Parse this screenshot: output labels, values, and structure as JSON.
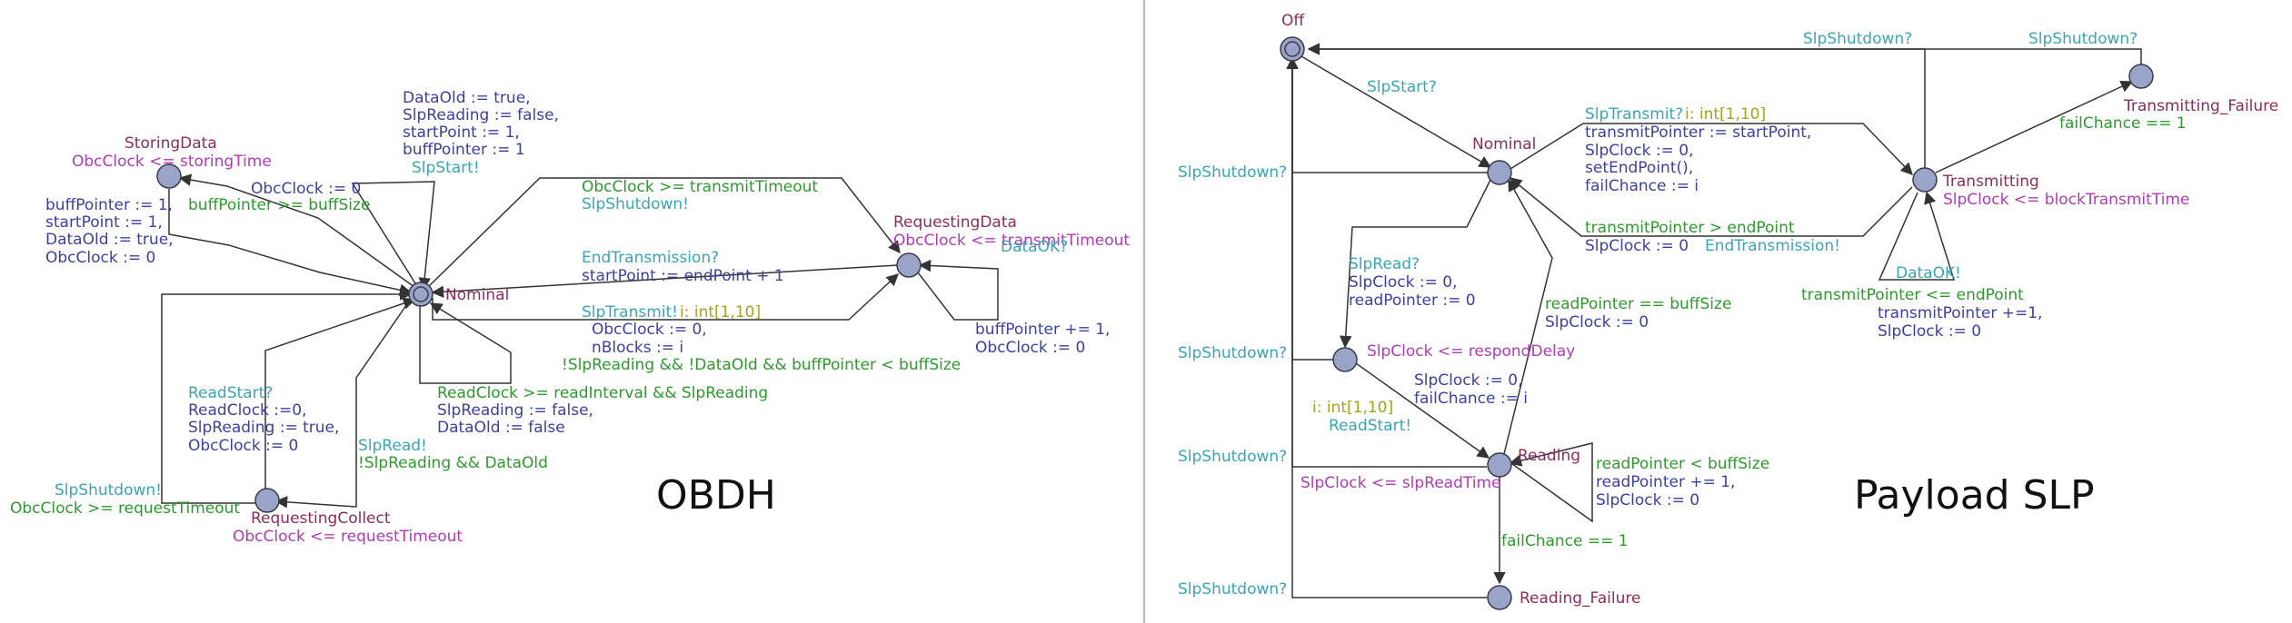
{
  "obdh": {
    "title": "OBDH",
    "locations": {
      "storing_data": {
        "name": "StoringData",
        "invariant": "ObcClock <= storingTime"
      },
      "nominal": {
        "name": "Nominal"
      },
      "requesting_data": {
        "name": "RequestingData",
        "invariant": "ObcClock <= transmitTimeout"
      },
      "requesting_collect": {
        "name": "RequestingCollect",
        "invariant": "ObcClock <= requestTimeout"
      }
    },
    "labels": {
      "start_assign_1": "DataOld := true,",
      "start_assign_2": "SlpReading := false,",
      "start_assign_3": "startPoint := 1,",
      "start_assign_4": "buffPointer := 1",
      "start_sync": "SlpStart!",
      "store_assign": "ObcClock := 0",
      "store_guard": "buffPointer >= buffSize",
      "stored_assign_1": "buffPointer := 1,",
      "stored_assign_2": "startPoint := 1,",
      "stored_assign_3": "DataOld := true,",
      "stored_assign_4": "ObcClock := 0",
      "tx_timeout_guard": "ObcClock >= transmitTimeout",
      "tx_timeout_sync": "SlpShutdown!",
      "end_tx_sync": "EndTransmission?",
      "end_tx_assign": "startPoint := endPoint + 1",
      "slp_transmit_sync": "SlpTransmit!",
      "slp_transmit_select": "i: int[1,10]",
      "slp_transmit_assign_1": "ObcClock := 0,",
      "slp_transmit_assign_2": "nBlocks := i",
      "slp_transmit_guard": "!SlpReading && !DataOld && buffPointer < buffSize",
      "data_ok_sync": "DataOK?",
      "data_ok_assign_1": "buffPointer += 1,",
      "data_ok_assign_2": "ObcClock := 0",
      "read_loop_guard": "ReadClock >= readInterval && SlpReading",
      "read_loop_assign_1": "SlpReading := false,",
      "read_loop_assign_2": "DataOld := false",
      "read_start_sync": "ReadStart?",
      "read_start_assign_1": "ReadClock :=0,",
      "read_start_assign_2": "SlpReading := true,",
      "read_start_assign_3": "ObcClock := 0",
      "slp_read_sync": "SlpRead!",
      "slp_read_guard": "!SlpReading && DataOld",
      "req_timeout_sync": "SlpShutdown!",
      "req_timeout_guard": "ObcClock >= requestTimeout"
    }
  },
  "slp": {
    "title": "Payload SLP",
    "locations": {
      "off": {
        "name": "Off"
      },
      "nominal": {
        "name": "Nominal"
      },
      "transmitting": {
        "name": "Transmitting",
        "invariant": "SlpClock <= blockTransmitTime"
      },
      "transmitting_failure": {
        "name": "Transmitting_Failure"
      },
      "wait_read": {
        "invariant": "SlpClock <= respondDelay"
      },
      "reading": {
        "name": "Reading",
        "invariant": "SlpClock <= slpReadTime"
      },
      "reading_failure": {
        "name": "Reading_Failure"
      }
    },
    "labels": {
      "start_sync": "SlpStart?",
      "shutdown_top_1": "SlpShutdown?",
      "shutdown_top_2": "SlpShutdown?",
      "shutdown_left_1": "SlpShutdown?",
      "shutdown_left_2": "SlpShutdown?",
      "shutdown_left_3": "SlpShutdown?",
      "shutdown_left_4": "SlpShutdown?",
      "tx_fail_guard": "failChance == 1",
      "transmit_sync": "SlpTransmit?",
      "transmit_select": "i: int[1,10]",
      "transmit_assign_1": "transmitPointer := startPoint,",
      "transmit_assign_2": "SlpClock := 0,",
      "transmit_assign_3": "setEndPoint(),",
      "transmit_assign_4": "failChance := i",
      "end_tx_guard": "transmitPointer > endPoint",
      "end_tx_assign": "SlpClock := 0",
      "end_tx_sync": "EndTransmission!",
      "data_ok_sync": "DataOK!",
      "data_ok_guard": "transmitPointer <= endPoint",
      "data_ok_assign_1": "transmitPointer +=1,",
      "data_ok_assign_2": "SlpClock := 0",
      "slp_read_sync": "SlpRead?",
      "slp_read_assign_1": "SlpClock := 0,",
      "slp_read_assign_2": "readPointer := 0",
      "read_done_guard": "readPointer == buffSize",
      "read_done_assign": "SlpClock := 0",
      "read_start_assign_1": "SlpClock := 0,",
      "read_start_assign_2": "failChance := i",
      "read_start_select": "i: int[1,10]",
      "read_start_sync": "ReadStart!",
      "read_loop_guard": "readPointer < buffSize",
      "read_loop_assign_1": "readPointer += 1,",
      "read_loop_assign_2": "SlpClock := 0",
      "read_fail_guard": "failChance == 1"
    }
  }
}
